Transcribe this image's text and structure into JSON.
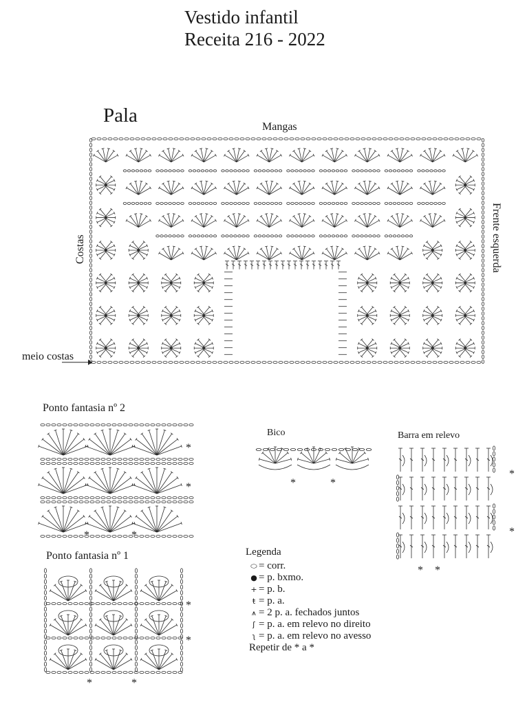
{
  "title": {
    "line1": "Vestido infantil",
    "line2": "Receita 216 - 2022"
  },
  "yoke": {
    "label": "Pala",
    "top_label": "Mangas",
    "left_label": "Costas",
    "right_label": "Frente esquerda",
    "arrow_label": "meio costas"
  },
  "stitch2": {
    "label": "Ponto fantasia nº 2",
    "repeat_mark": "*"
  },
  "stitch1": {
    "label": "Ponto fantasia nº 1",
    "repeat_mark": "*"
  },
  "bico": {
    "label": "Bico",
    "repeat_mark": "*"
  },
  "barra": {
    "label": "Barra em relevo",
    "repeat_mark": "*"
  },
  "legend": {
    "title": "Legenda",
    "items": [
      {
        "symbol": "chain-icon",
        "text": "= corr."
      },
      {
        "symbol": "slip-stitch-icon",
        "text": "= p. bxmo."
      },
      {
        "symbol": "single-crochet-icon",
        "text": "= p. b."
      },
      {
        "symbol": "double-crochet-icon",
        "text": "= p. a."
      },
      {
        "symbol": "dc2tog-icon",
        "text": "= 2 p. a. fechados juntos"
      },
      {
        "symbol": "front-post-dc-icon",
        "text": "= p. a. em relevo no direito"
      },
      {
        "symbol": "back-post-dc-icon",
        "text": "= p. a. em relevo no avesso"
      }
    ],
    "repeat_text": "Repetir de * a *"
  }
}
